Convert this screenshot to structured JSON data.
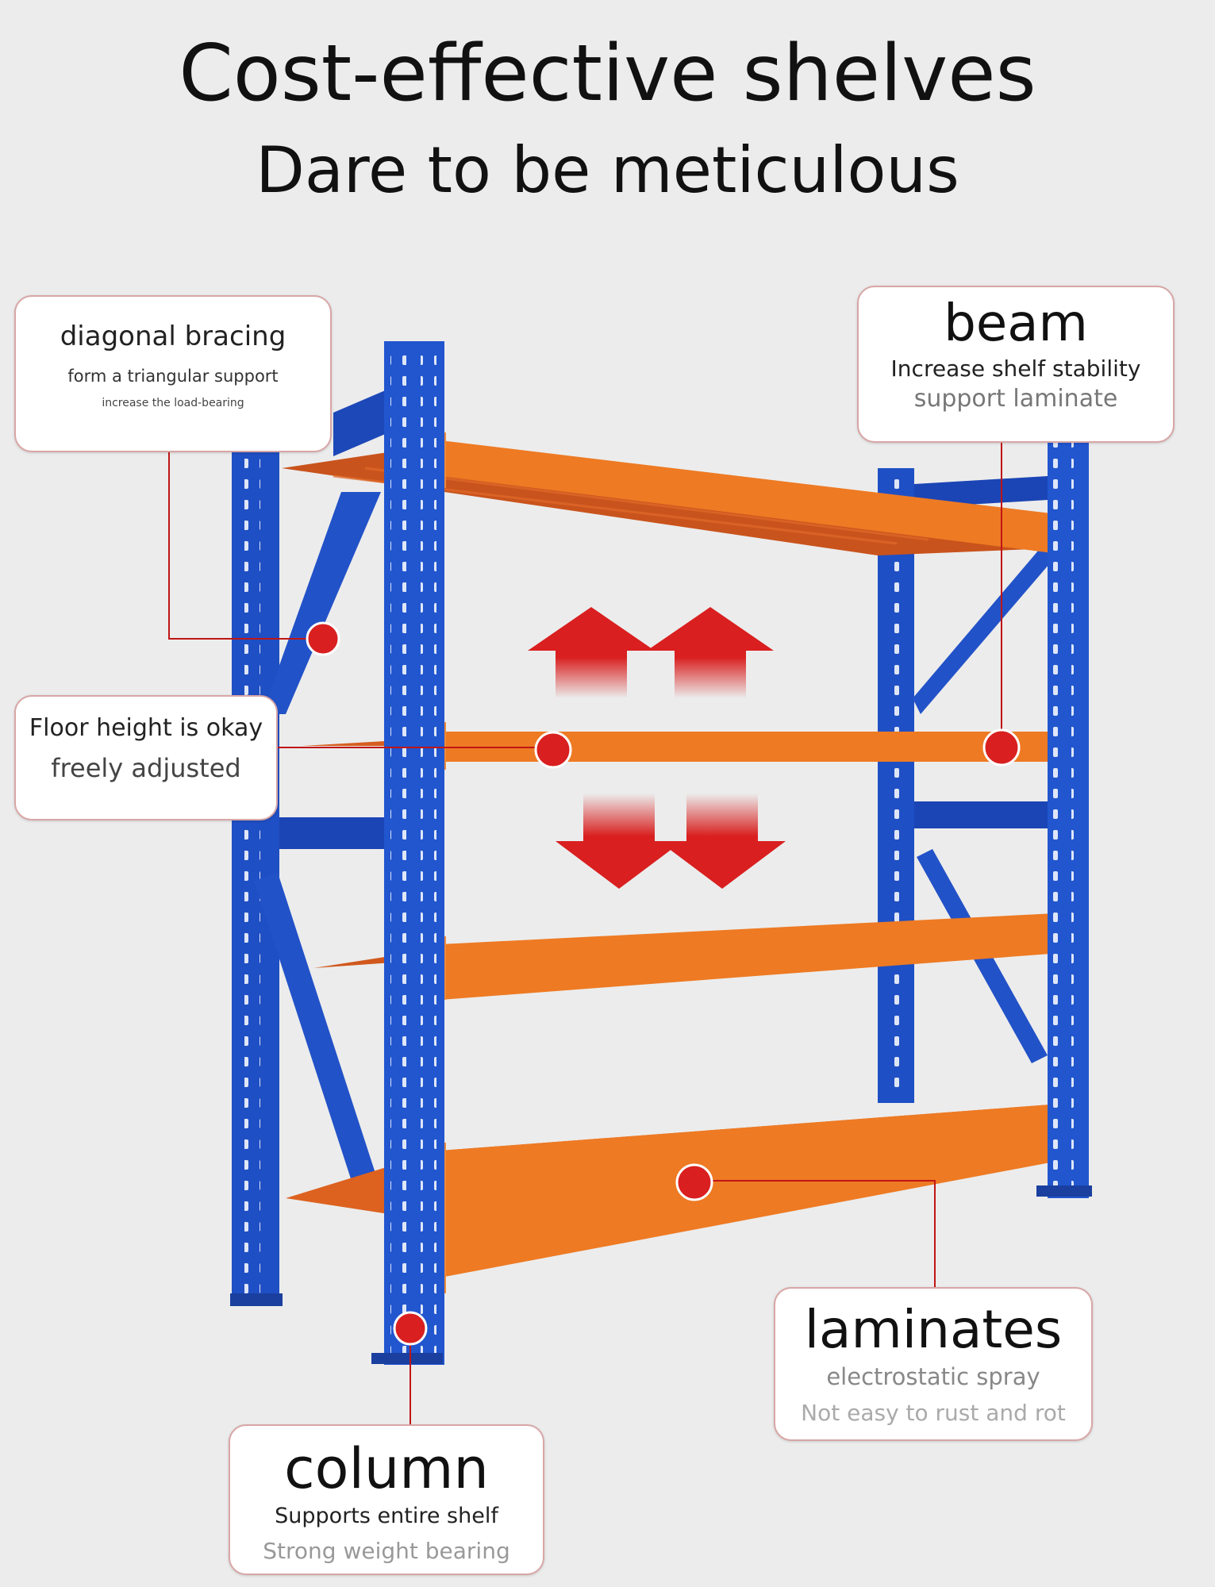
{
  "header": {
    "title": "Cost-effective shelves",
    "subtitle": "Dare to be meticulous"
  },
  "callouts": {
    "diagonal_bracing": {
      "heading": "diagonal bracing",
      "line1": "form a triangular support",
      "line2": "increase the load-bearing"
    },
    "beam": {
      "heading": "beam",
      "line1": "Increase shelf stability",
      "line2": "support laminate"
    },
    "floor_height": {
      "heading": "Floor height is okay",
      "line1": "freely adjusted"
    },
    "laminates": {
      "heading": "laminates",
      "line1": "electrostatic spray",
      "line2": "Not easy to rust and rot"
    },
    "column": {
      "heading": "column",
      "line1": "Supports entire shelf",
      "line2": "Strong weight bearing"
    }
  },
  "colors": {
    "upright_blue": "#1f4fc4",
    "beam_orange": "#ee7a23",
    "marker_red": "#d91f1f",
    "background": "#ececec"
  }
}
